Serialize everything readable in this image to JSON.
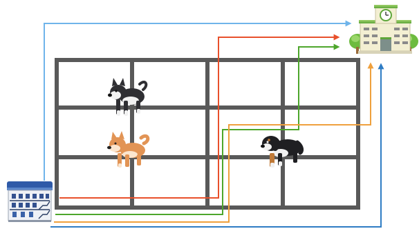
{
  "diagram": {
    "grid": {
      "columns": 4,
      "rows": 3,
      "color": "#595959"
    },
    "routes": [
      {
        "id": "route-blue-top",
        "color": "#6fb4ea"
      },
      {
        "id": "route-red",
        "color": "#e8502b"
      },
      {
        "id": "route-green",
        "color": "#4da62b"
      },
      {
        "id": "route-orange",
        "color": "#efa03d"
      },
      {
        "id": "route-blue-bottom",
        "color": "#2e7cc4"
      }
    ],
    "buildings": {
      "start": {
        "icon": "apartment-building-icon",
        "color": "#3a62a8"
      },
      "destination": {
        "icon": "school-building-icon",
        "color": "#f1eccd"
      }
    },
    "dogs": [
      {
        "icon": "husky-dog-icon",
        "cell": "row-1-col-2",
        "color": "#2f2f33"
      },
      {
        "icon": "shiba-dog-icon",
        "cell": "row-2-col-2",
        "color": "#e29455"
      },
      {
        "icon": "bernese-dog-icon",
        "cell": "row-2-col-4",
        "color": "#1f1f22"
      }
    ]
  }
}
